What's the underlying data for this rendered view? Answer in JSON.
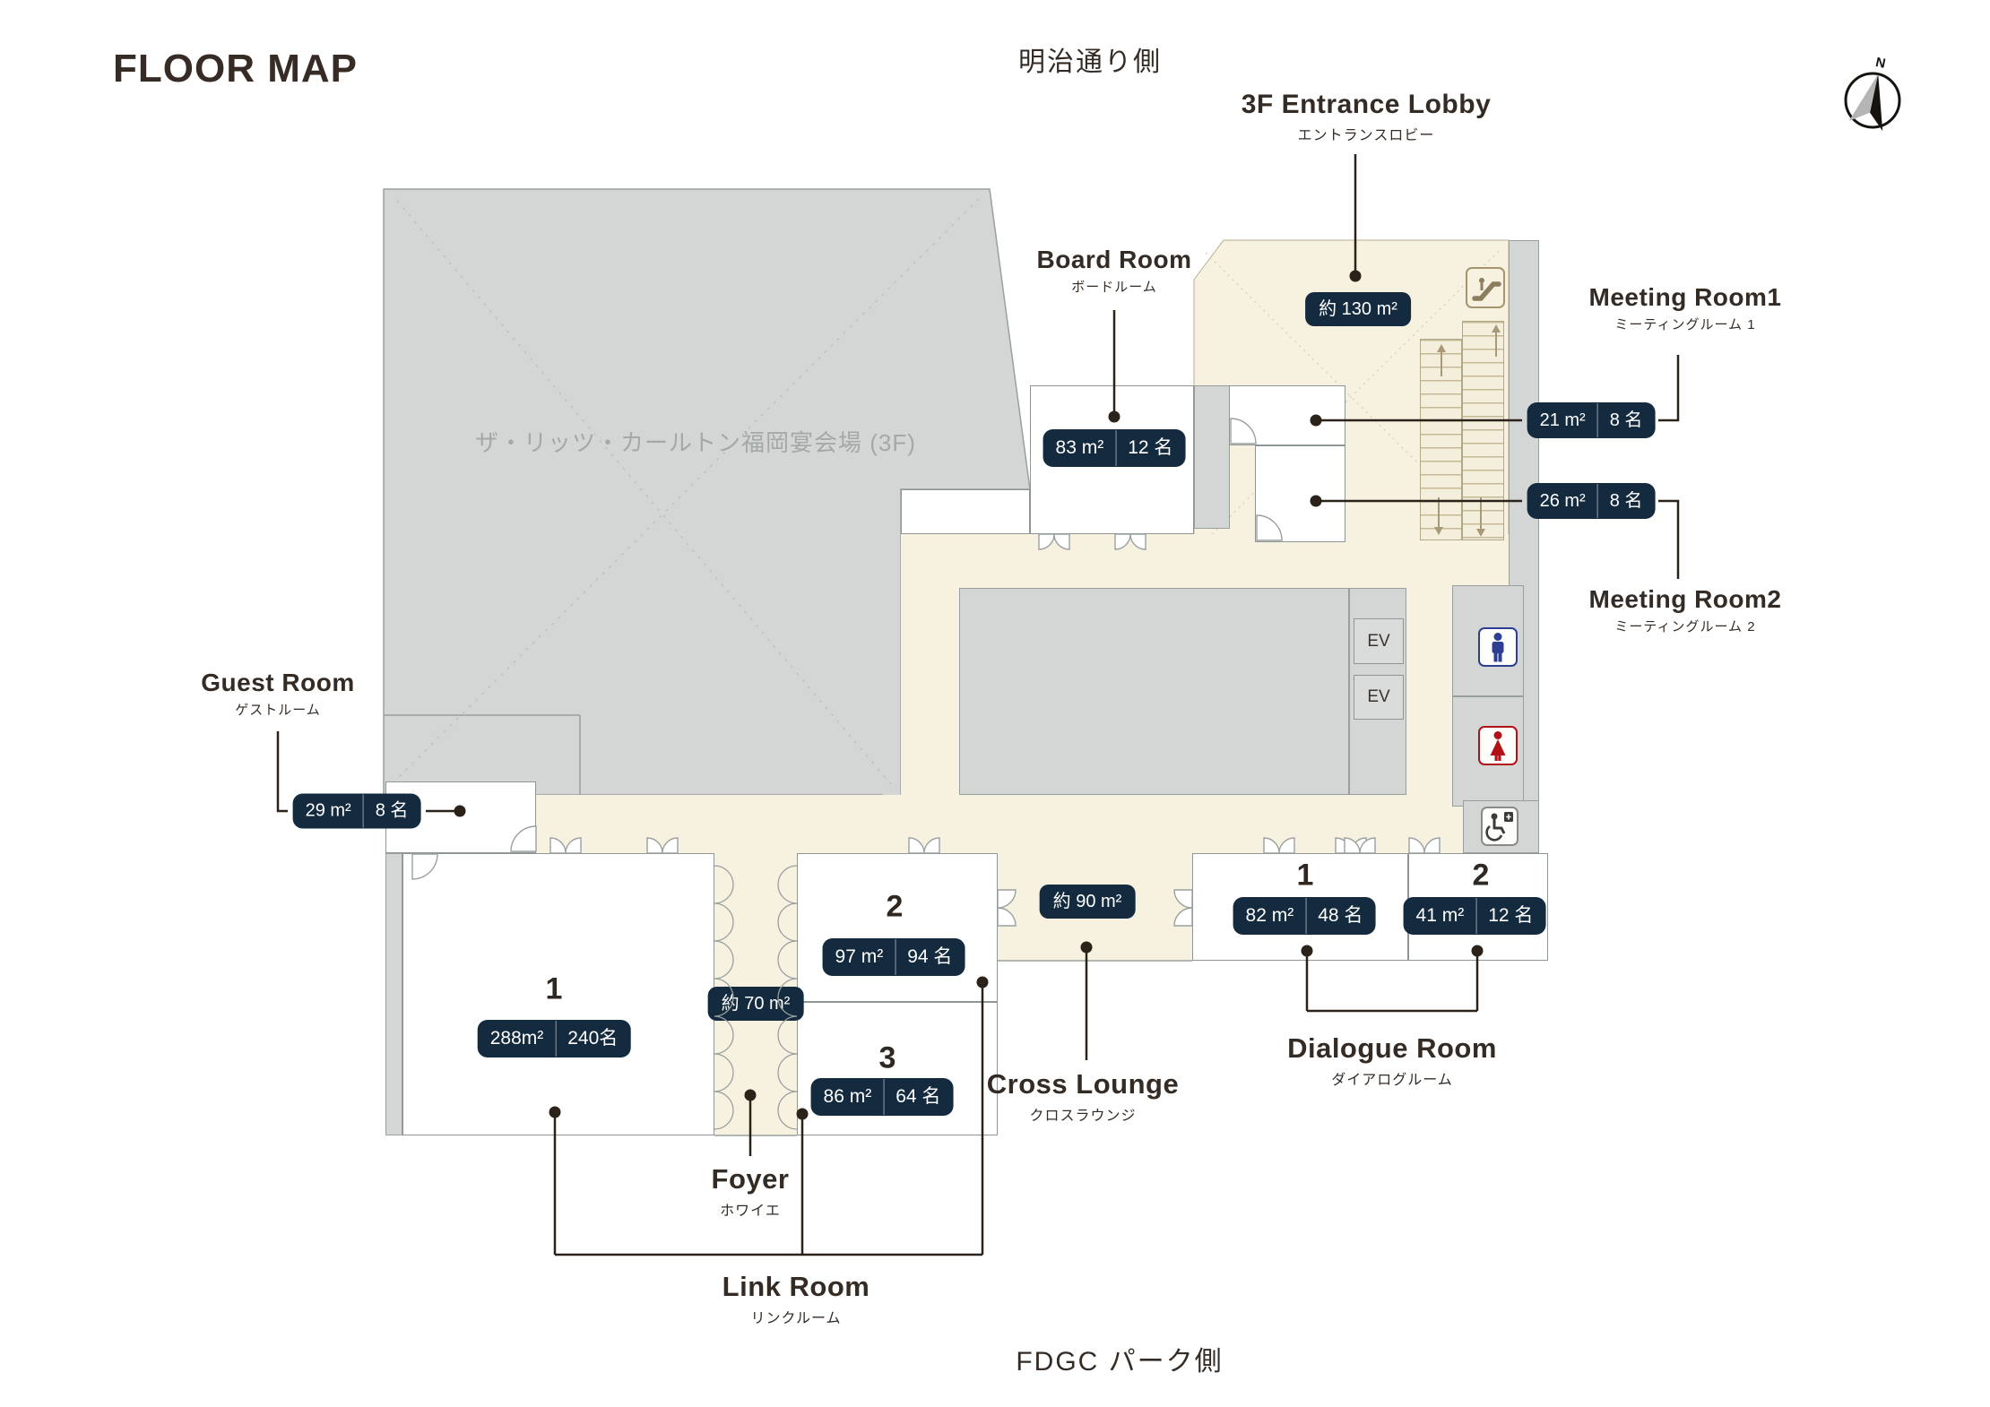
{
  "page": {
    "title": "FLOOR MAP"
  },
  "compass": {
    "north_label": "N"
  },
  "streets": {
    "top": "明治通り側",
    "bottom": "FDGC パーク側"
  },
  "banquet": {
    "label": "ザ・リッツ・カールトン福岡宴会場 (3F)"
  },
  "lobby": {
    "name_en": "3F Entrance Lobby",
    "name_jp": "エントランスロビー",
    "area": "約 130 m²"
  },
  "board_room": {
    "name_en": "Board Room",
    "name_jp": "ボードルーム",
    "area": "83 m²",
    "capacity": "12 名"
  },
  "meeting_room1": {
    "name_en": "Meeting Room1",
    "name_jp": "ミーティングルーム 1",
    "area": "21 m²",
    "capacity": "8 名"
  },
  "meeting_room2": {
    "name_en": "Meeting Room2",
    "name_jp": "ミーティングルーム 2",
    "area": "26 m²",
    "capacity": "8 名"
  },
  "guest_room": {
    "name_en": "Guest Room",
    "name_jp": "ゲストルーム",
    "area": "29 m²",
    "capacity": "8 名"
  },
  "link_room": {
    "name_en": "Link Room",
    "name_jp": "リンクルーム",
    "rooms": [
      {
        "number": "1",
        "area": "288m²",
        "capacity": "240名"
      },
      {
        "number": "2",
        "area": "97 m²",
        "capacity": "94 名"
      },
      {
        "number": "3",
        "area": "86 m²",
        "capacity": "64 名"
      }
    ]
  },
  "foyer": {
    "name_en": "Foyer",
    "name_jp": "ホワイエ",
    "area": "約 70 m²"
  },
  "cross_lounge": {
    "name_en": "Cross Lounge",
    "name_jp": "クロスラウンジ",
    "area": "約 90 m²"
  },
  "dialogue_room": {
    "name_en": "Dialogue Room",
    "name_jp": "ダイアログルーム",
    "rooms": [
      {
        "number": "1",
        "area": "82 m²",
        "capacity": "48 名"
      },
      {
        "number": "2",
        "area": "41 m²",
        "capacity": "12 名"
      }
    ]
  },
  "facilities": {
    "elevator_label": "EV"
  },
  "colors": {
    "badge": "#142a3e",
    "cream": "#f7f1e0",
    "gray": "#d4d6d5",
    "wall": "#999f9f",
    "mens": "#2c3f93",
    "womens": "#b01218",
    "text": "#342b24"
  }
}
